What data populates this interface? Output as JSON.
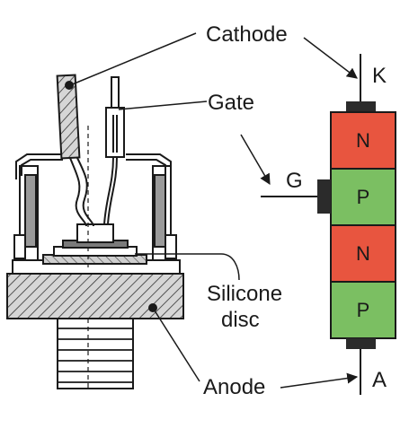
{
  "labels": {
    "cathode": "Cathode",
    "gate": "Gate",
    "silicone_line1": "Silicone",
    "silicone_line2": "disc",
    "anode": "Anode",
    "terminal_k": "K",
    "terminal_g": "G",
    "terminal_a": "A"
  },
  "layers": [
    "N",
    "P",
    "N",
    "P"
  ],
  "colors": {
    "n_layer": "#e8553f",
    "p_layer": "#7bbf62",
    "metal_contact": "#2b2b2b",
    "line": "#1a1a1a"
  }
}
